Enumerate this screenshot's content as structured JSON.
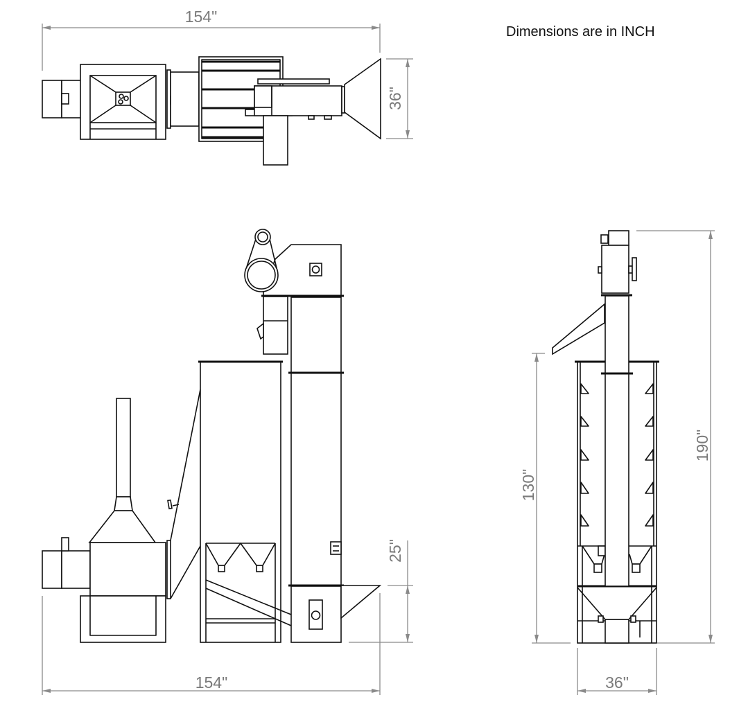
{
  "note": "Dimensions are in INCH",
  "top_view": {
    "length_label": "154\"",
    "width_label": "36\""
  },
  "side_view": {
    "length_label": "154\"",
    "boot_height_label": "25\""
  },
  "end_view": {
    "bin_height_label": "130\"",
    "total_height_label": "190\"",
    "width_label": "36\""
  },
  "colors": {
    "line": "#111111",
    "dimension": "#8a8a8a"
  }
}
